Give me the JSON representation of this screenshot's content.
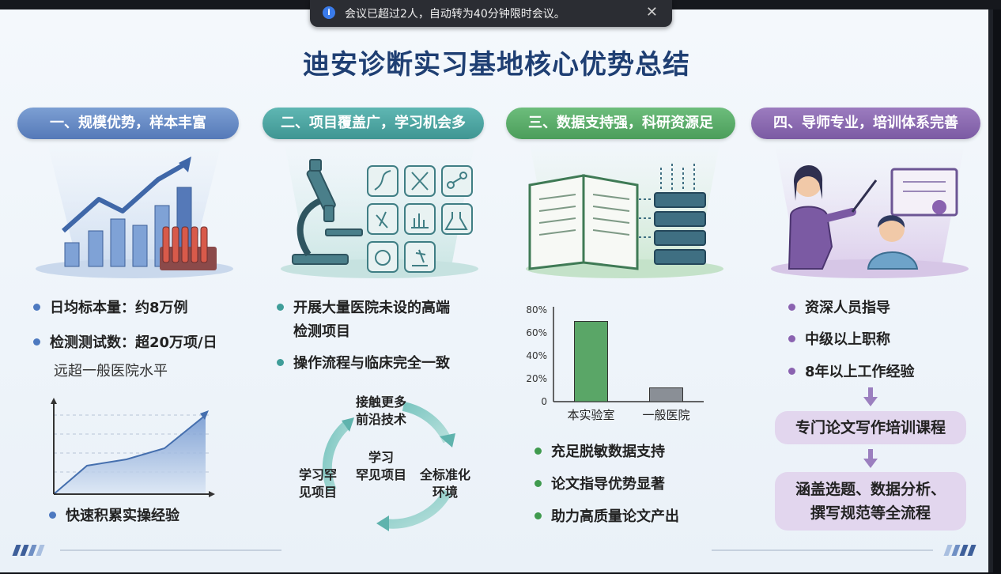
{
  "notification": {
    "message": "会议已超过2人，自动转为40分钟限时会议。",
    "icon": "info-icon",
    "close": "✕"
  },
  "slide": {
    "title": "迪安诊断实习基地核心优势总结",
    "sections": [
      {
        "heading": "一、规模优势，样本丰富",
        "bullets": [
          "日均标本量：约8万例",
          "检测测试数：超20万项/日"
        ],
        "note": "远超一般医院水平",
        "bullet2": "快速积累实操经验"
      },
      {
        "heading": "二、项目覆盖广，学习机会多",
        "bullets": [
          "开展大量医院未设的高端",
          "检测项目",
          "操作流程与临床完全一致"
        ],
        "cycle": {
          "top": [
            "接触更多",
            "前沿技术"
          ],
          "center": [
            "学习",
            "罕见项目"
          ],
          "left": [
            "学习罕",
            "见项目"
          ],
          "right": [
            "全标准化",
            "环境"
          ]
        }
      },
      {
        "heading": "三、数据支持强，科研资源足",
        "bullets": [
          "充足脱敏数据支持",
          "论文指导优势显著",
          "助力高质量论文产出"
        ]
      },
      {
        "heading": "四、导师专业，培训体系完善",
        "bullets": [
          "资深人员指导",
          "中级以上职称",
          "8年以上工作经验"
        ],
        "box1": "专门论文写作培训课程",
        "box2": [
          "涵盖选题、数据分析、",
          "撰写规范等全流程"
        ]
      }
    ]
  },
  "chart_data": {
    "type": "bar",
    "categories": [
      "本实验室",
      "一般医院"
    ],
    "values": [
      70,
      12
    ],
    "yticks": [
      "80%",
      "60%",
      "40%",
      "20%",
      "0"
    ],
    "ylim": [
      0,
      80
    ],
    "colors": [
      "#5aa667",
      "#8a8f96"
    ]
  },
  "colors": {
    "title": "#1f3f73",
    "blue": "#5579b8",
    "teal": "#3f9592",
    "green": "#4b9d5a",
    "purple": "#7b5aa3"
  }
}
